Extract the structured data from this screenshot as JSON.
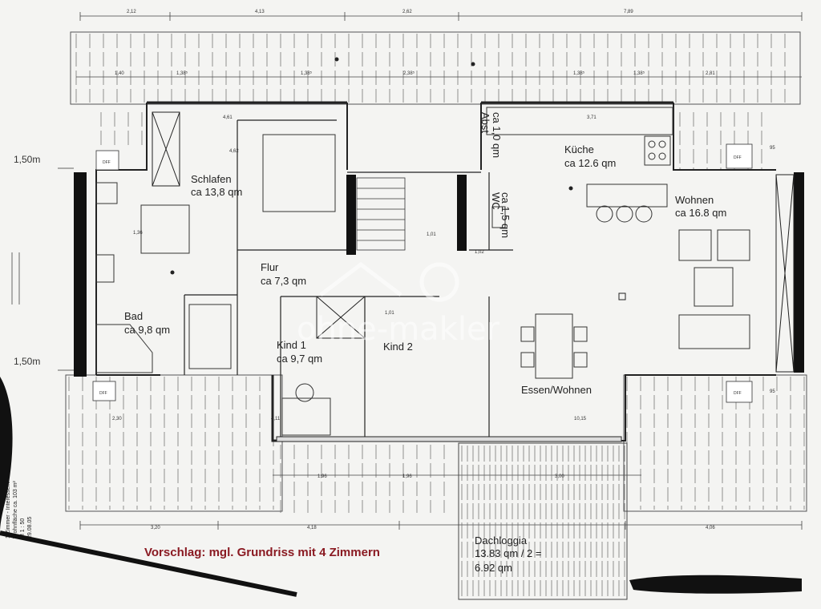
{
  "rooms": {
    "schlafen": {
      "name": "Schlafen",
      "area": "ca 13,8 qm"
    },
    "kueche": {
      "name": "Küche",
      "area": "ca 12.6 qm"
    },
    "wohnen": {
      "name": "Wohnen",
      "area": "ca 16.8 qm"
    },
    "flur": {
      "name": "Flur",
      "area": "ca 7,3 qm"
    },
    "bad": {
      "name": "Bad",
      "area": "ca 9,8 qm"
    },
    "kind1": {
      "name": "Kind 1",
      "area": "ca 9,7 qm"
    },
    "kind2": {
      "name": "Kind 2"
    },
    "essen": {
      "name": "Essen/Wohnen"
    },
    "abst": {
      "name": "Abst",
      "area": "ca 1,0 qm"
    },
    "wc": {
      "name": "WC",
      "area": "ca 1,5 qm"
    },
    "dachloggia": {
      "name": "Dachloggia",
      "line2": "13.83 qm / 2 =",
      "line3": "6.92 qm"
    }
  },
  "side_labels": {
    "upper": "1,50m",
    "lower": "1,50m"
  },
  "caption": "Vorschlag: mgl. Grundriss mit 4 Zimmern",
  "watermark": "ohne-makler",
  "stamp_lines": [
    "1 Zimmer - Interessent",
    "Wohnfläche ca. 103 m²",
    "M 1 : 50",
    "29.08.05"
  ],
  "dimensions": {
    "top": [
      "2,12",
      "4,13",
      "2,62",
      "7,89"
    ],
    "second_row": [
      "1,40",
      "1,38⁵",
      "1,38⁵",
      "2,38⁵",
      "1,38⁵",
      "1,38⁵",
      "2,81"
    ],
    "bottom": [
      "3,20",
      "4,18",
      "4,06"
    ],
    "lower_row": [
      "1,96",
      "1,96",
      "3,00"
    ],
    "interior": [
      "4,61",
      "4,62",
      "3,71",
      "10,15",
      "2,30",
      "4,11",
      "1,01",
      "1,36",
      "1,02",
      "1,01",
      "95",
      "95"
    ]
  },
  "fixture_labels": {
    "dff": "DFF"
  }
}
